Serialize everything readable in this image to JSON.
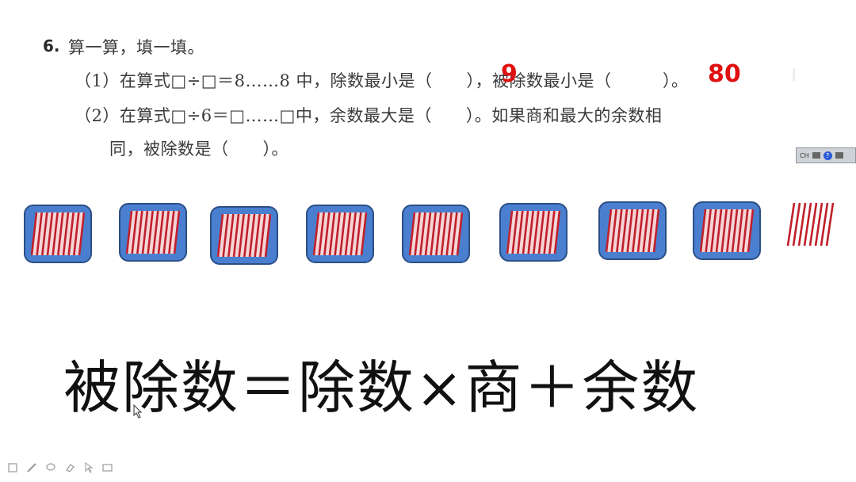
{
  "problem": {
    "number": "6.",
    "title": "算一算，填一填。",
    "part1": "（1）在算式□÷□＝8……8 中，除数最小是（　　），被除数最小是（　　　）。",
    "part2": "（2）在算式□÷6＝□……□中，余数最大是（　　）。如果商和最大的余数相",
    "part3": "同，被除数是（　　）。",
    "answer1": "9",
    "answer2": "80"
  },
  "tray": {
    "label": "CH",
    "help": "?"
  },
  "bundles": {
    "count": 8,
    "loose_sticks": 8,
    "sticks_per_bundle": 10
  },
  "formula": "被除数＝除数×商＋余数",
  "colors": {
    "bundle_fill": "#4a7fd0",
    "stick": "#c0202a",
    "answer": "#e01010"
  },
  "toolbar": {
    "icons": [
      "pen-icon",
      "highlighter-icon",
      "lasso-icon",
      "eraser-icon",
      "pointer-icon",
      "screen-icon"
    ]
  }
}
